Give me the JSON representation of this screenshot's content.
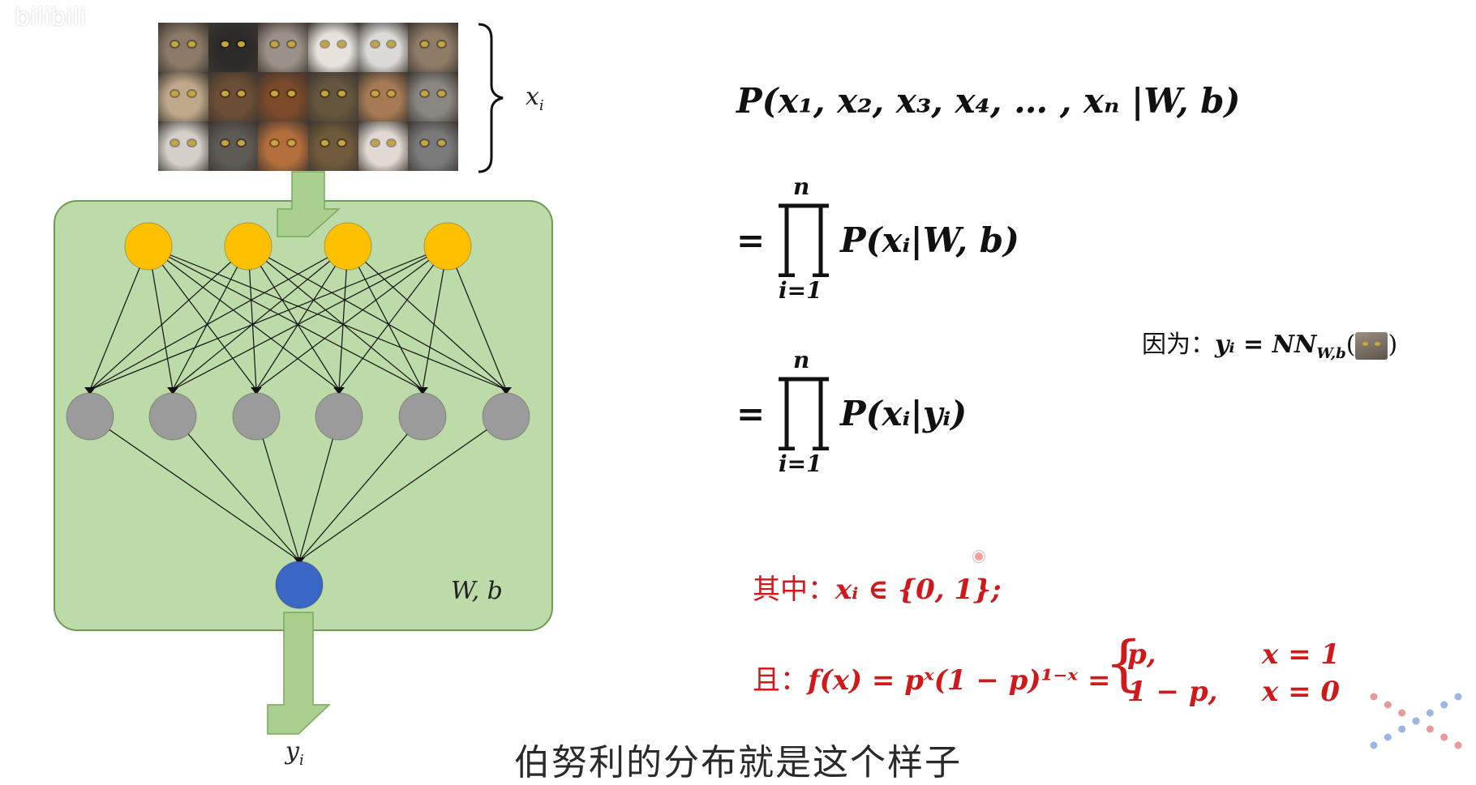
{
  "watermark": "bilibili",
  "input_label_base": "x",
  "input_label_sub": "i",
  "output_label_base": "y",
  "output_label_sub": "i",
  "params_label": "W, b",
  "formulas": {
    "joint": "P(x₁, x₂, x₃, x₄, … , xₙ |W, b)",
    "prod_upper_1": "n",
    "prod_lower_1": "i=1",
    "step1_rhs": "P(xᵢ|W, b)",
    "prod_upper_2": "n",
    "prod_lower_2": "i=1",
    "step2_rhs": "P(xᵢ|yᵢ)",
    "equals": "=",
    "because_prefix": "因为：",
    "because_formula": "yᵢ = NN",
    "because_sub": "W,b",
    "because_paren_open": "(",
    "because_paren_close": ")",
    "where_prefix": "其中：",
    "where_formula": "xᵢ ∈ {0, 1};",
    "and_prefix": "且：",
    "bernoulli_lhs": "f(x) = pˣ(1 − p)¹⁻ˣ =",
    "case1_value": "p,",
    "case1_cond": "x = 1",
    "case2_value": "1 − p,",
    "case2_cond": "x = 0"
  },
  "subtitle": "伯努利的分布就是这个样子",
  "colors": {
    "network_box": "#bcdba9",
    "network_border": "#6f9a57",
    "input_node": "#ffc000",
    "hidden_node": "#9b9b9b",
    "output_node": "#3a66c5",
    "arrow": "#a9d08e",
    "formula_red": "#d0191b"
  },
  "cat_tints": [
    "#8a7a66",
    "#2d2a2a",
    "#9a9288",
    "#e8e2dc",
    "#dcdad6",
    "#8e7c66",
    "#c0a98a",
    "#6c4e36",
    "#7a4a2a",
    "#65563e",
    "#a77a56",
    "#8a8680",
    "#d4cfc8",
    "#5e5a54",
    "#b46e3c",
    "#6f5a3c",
    "#e0dad2",
    "#7a7a7a"
  ]
}
